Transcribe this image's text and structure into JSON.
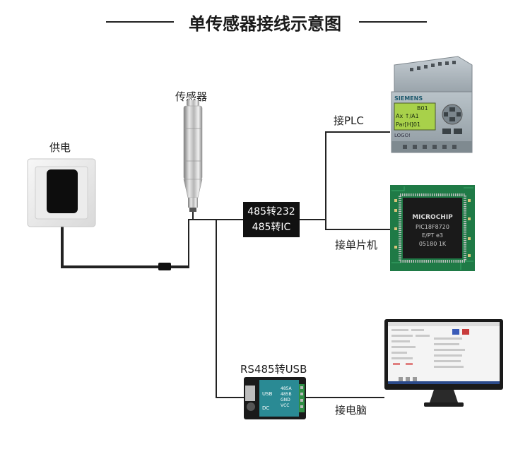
{
  "title": "单传感器接线示意图",
  "labels": {
    "power": "供电",
    "sensor": "传感器",
    "plc": "接PLC",
    "mcu": "接单片机",
    "pc": "接电脑",
    "usb_converter": "RS485转USB"
  },
  "converter": {
    "line1": "485转232",
    "line2": "485转IC"
  },
  "plc_device": {
    "brand": "SIEMENS",
    "model": "LOGO!",
    "screen_line1": "B01",
    "screen_line2": "Ax ↑/A1",
    "screen_line3": "Par[H]01"
  },
  "chip": {
    "brand": "MICROCHIP",
    "part": "PIC18F8720",
    "code1": "E/PT e3",
    "code2": "05180 1K"
  },
  "usb_module": {
    "left_top": "USB",
    "left_bottom": "DC",
    "pins": "485A 485B GND VCC"
  }
}
